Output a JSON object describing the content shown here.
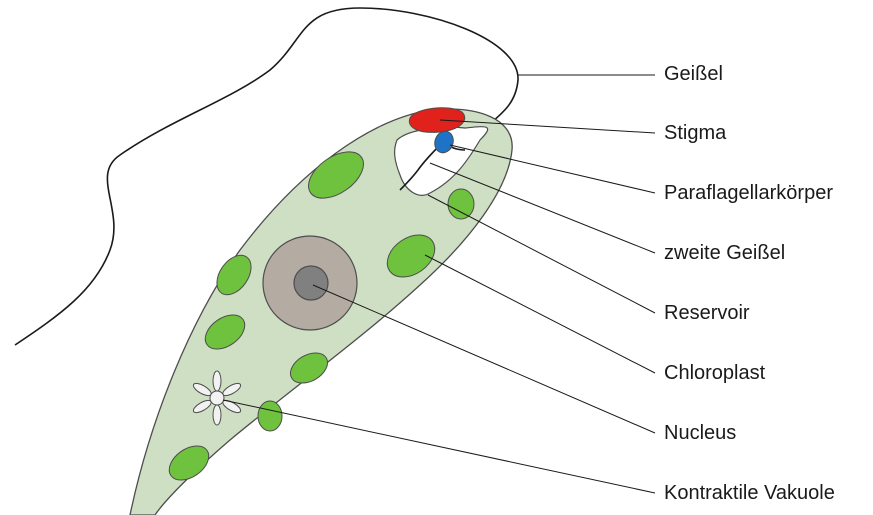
{
  "diagram": {
    "labels": [
      {
        "id": "geissel",
        "text": "Geißel"
      },
      {
        "id": "stigma",
        "text": "Stigma"
      },
      {
        "id": "paraflagellarkoerper",
        "text": "Paraflagellarkörper"
      },
      {
        "id": "zweite-geissel",
        "text": "zweite Geißel"
      },
      {
        "id": "reservoir",
        "text": "Reservoir"
      },
      {
        "id": "chloroplast",
        "text": "Chloroplast"
      },
      {
        "id": "nucleus",
        "text": "Nucleus"
      },
      {
        "id": "kontraktile-vakuole",
        "text": "Kontraktile Vakuole"
      }
    ],
    "colors": {
      "cell_body": "#cfdfc4",
      "cell_outline": "#4d4d4d",
      "chloroplast": "#6fc23d",
      "nucleus_outer": "#b4aba3",
      "nucleus_inner": "#808080",
      "stigma": "#e0211c",
      "paraflagellar_body": "#1f73c6",
      "reservoir": "#ffffff",
      "vacuole": "#f2f2f2",
      "leader_line": "#1a1a1a"
    }
  }
}
